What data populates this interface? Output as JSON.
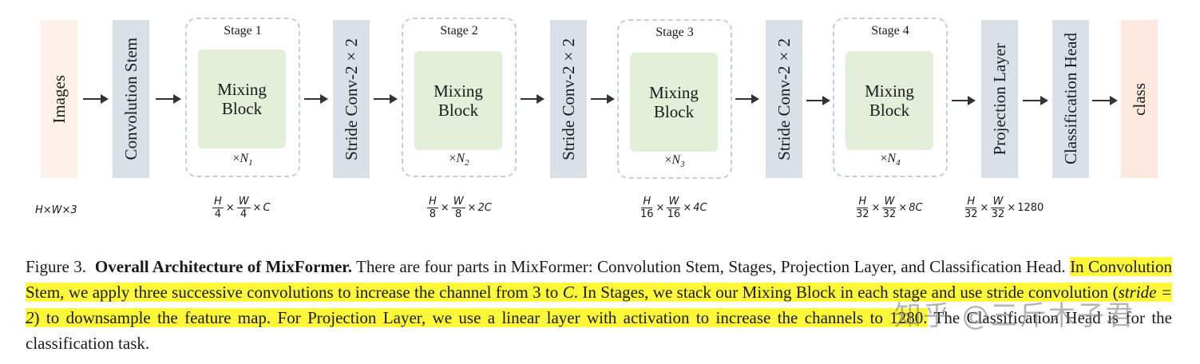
{
  "diagram": {
    "images_label": "Images",
    "stem_label": "Convolution Stem",
    "stages": [
      {
        "title": "Stage 1",
        "block_line1": "Mixing",
        "block_line2": "Block",
        "rep_sym": "N",
        "rep_sub": "1"
      },
      {
        "title": "Stage 2",
        "block_line1": "Mixing",
        "block_line2": "Block",
        "rep_sym": "N",
        "rep_sub": "2"
      },
      {
        "title": "Stage 3",
        "block_line1": "Mixing",
        "block_line2": "Block",
        "rep_sym": "N",
        "rep_sub": "3"
      },
      {
        "title": "Stage 4",
        "block_line1": "Mixing",
        "block_line2": "Block",
        "rep_sym": "N",
        "rep_sub": "4"
      }
    ],
    "rep_prefix": "×",
    "stride_label": "Stride Conv-2×2",
    "projection_label": "Projection Layer",
    "classification_label": "Classification Head",
    "class_label": "class",
    "input_dim": "H×W×3",
    "dims": [
      {
        "h": "H",
        "w": "W",
        "den": "4",
        "suffix": "C"
      },
      {
        "h": "H",
        "w": "W",
        "den": "8",
        "suffix": "2C"
      },
      {
        "h": "H",
        "w": "W",
        "den": "16",
        "suffix": "4C"
      },
      {
        "h": "H",
        "w": "W",
        "den": "32",
        "suffix": "8C"
      },
      {
        "h": "H",
        "w": "W",
        "den": "32",
        "suffix": "1280"
      }
    ],
    "colors": {
      "images": "#fdf1ea",
      "class": "#fce8df",
      "gray": "#d9e0e8",
      "mixing": "#e3efd9",
      "highlight": "#fff83a"
    }
  },
  "caption": {
    "label": "Figure 3.",
    "bold_title": "Overall Architecture of MixFormer.",
    "plain_1": " There are four parts in MixFormer: Convolution Stem, Stages, Projection Layer, and Classification Head. ",
    "hl_1": "In Convolution Stem, we apply three successive convolutions to increase the channel from 3 to ",
    "hl_1_var": "C",
    "hl_2": ". In Stages, we stack our Mixing Block in each stage and use stride convolution (",
    "hl_2_math": "stride = 2",
    "hl_3": ") to downsample the feature map. For Projection Layer, we use a linear layer with activation to increase the channels to 1280.",
    "plain_2": " The Classification Head is for the classification task."
  },
  "watermark": "知乎 @三斤木子君"
}
